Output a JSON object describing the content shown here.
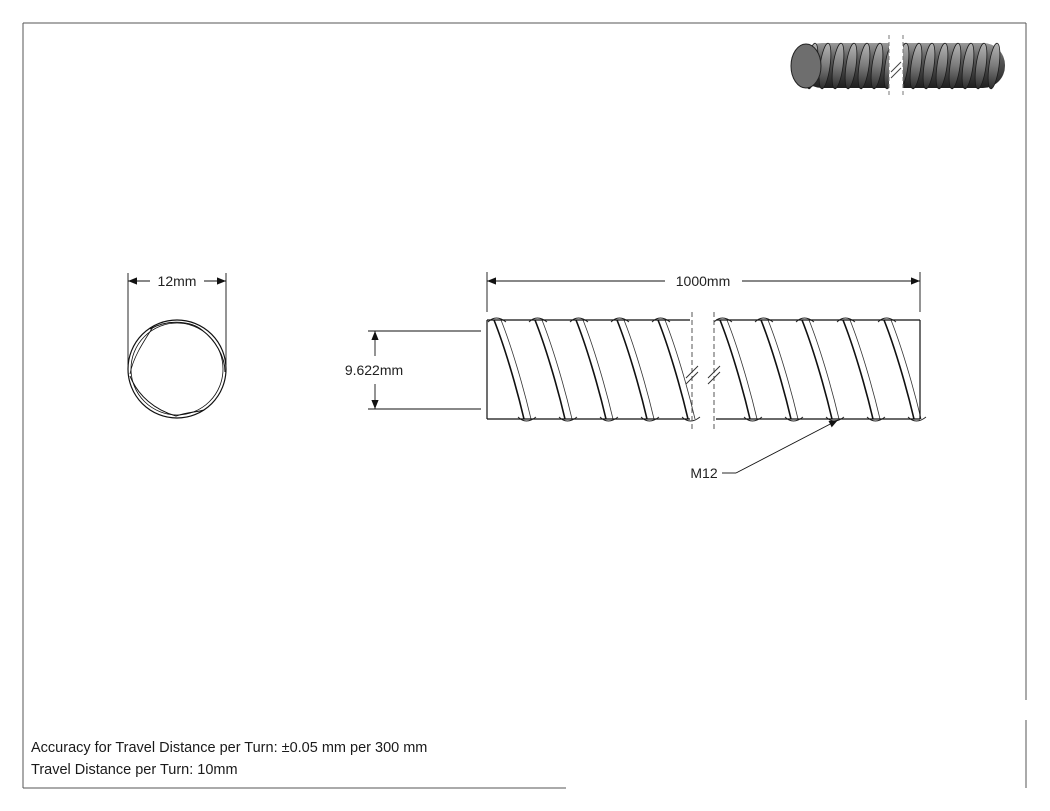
{
  "dimensions": {
    "diameter": "12mm",
    "length": "1000mm",
    "root_diameter": "9.622mm",
    "thread_callout": "M12"
  },
  "notes": {
    "accuracy": "Accuracy for Travel Distance per Turn: ±0.05 mm per 300 mm",
    "travel": "Travel Distance per Turn: 10mm"
  },
  "colors": {
    "line": "#111111",
    "thread_fill": "#f4f4f4",
    "render_dark": "#2a2a2a",
    "render_mid": "#6a6a6a"
  }
}
